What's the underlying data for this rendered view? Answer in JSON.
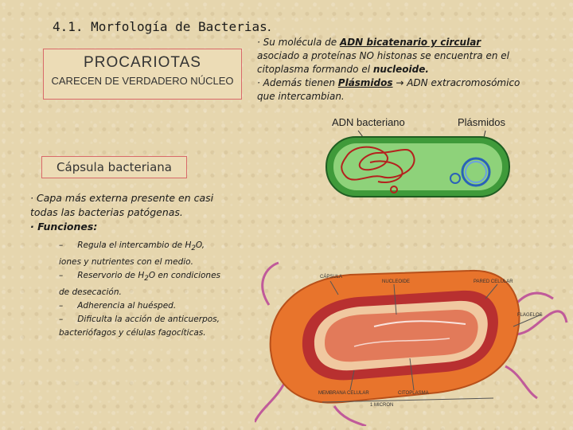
{
  "title": {
    "main": "4.1. Morfología de Bacterias",
    "dot": "."
  },
  "procariotas": {
    "title": "PROCARIOTAS",
    "subtitle": "CARECEN DE VERDADERO NÚCLEO"
  },
  "right_text": {
    "l1_a": "· Su molécula de ",
    "l1_u": "ADN bicatenario y circular",
    "l2": "asociado a proteínas NO histonas se encuentra en el",
    "l3_a": "citoplasma formando el ",
    "l3_b": "nucleoide.",
    "l4_a": "· Además tienen ",
    "l4_u": "Plásmidos",
    "l4_b": " → ADN extracromosómico",
    "l5": "que intercambian."
  },
  "diagram1": {
    "label_adn": "ADN bacteriano",
    "label_plasmidos": "Plásmidos"
  },
  "capsula": {
    "box_title": "Cápsula bacteriana",
    "desc_1": "· Capa más externa presente en casi",
    "desc_2": "todas las bacterias patógenas.",
    "funciones_label": "· Funciones:",
    "items": [
      {
        "dash": "–",
        "a": "Regula el intercambio de H",
        "sub": "2",
        "b": "O,",
        "cont": "iones y nutrientes con el medio."
      },
      {
        "dash": "–",
        "a": "Reservorio de H",
        "sub": "2",
        "b": "O en condiciones",
        "cont": "de desecación."
      },
      {
        "dash": "–",
        "a": "Adherencia al huésped.",
        "sub": "",
        "b": "",
        "cont": ""
      },
      {
        "dash": "–",
        "a": "Dificulta la acción de anticuerpos,",
        "sub": "",
        "b": "",
        "cont": "bacteriófagos y células fagocíticas."
      }
    ]
  },
  "diagram2": {
    "capsula": "CÁPSULA",
    "nucleoide": "NUCLEOIDE",
    "pared": "PARED CELULAR",
    "flagelos": "FLAGELOS",
    "membrana": "MEMBRANA CELULAR",
    "citoplasma": "CITOPLASMA",
    "micron": "1 MICRON"
  },
  "colors": {
    "capsule_orange": "#e8742c",
    "membrane_green": "#2f9a3e",
    "dna_red": "#b4221e",
    "plasmid_blue": "#2a62b8"
  }
}
